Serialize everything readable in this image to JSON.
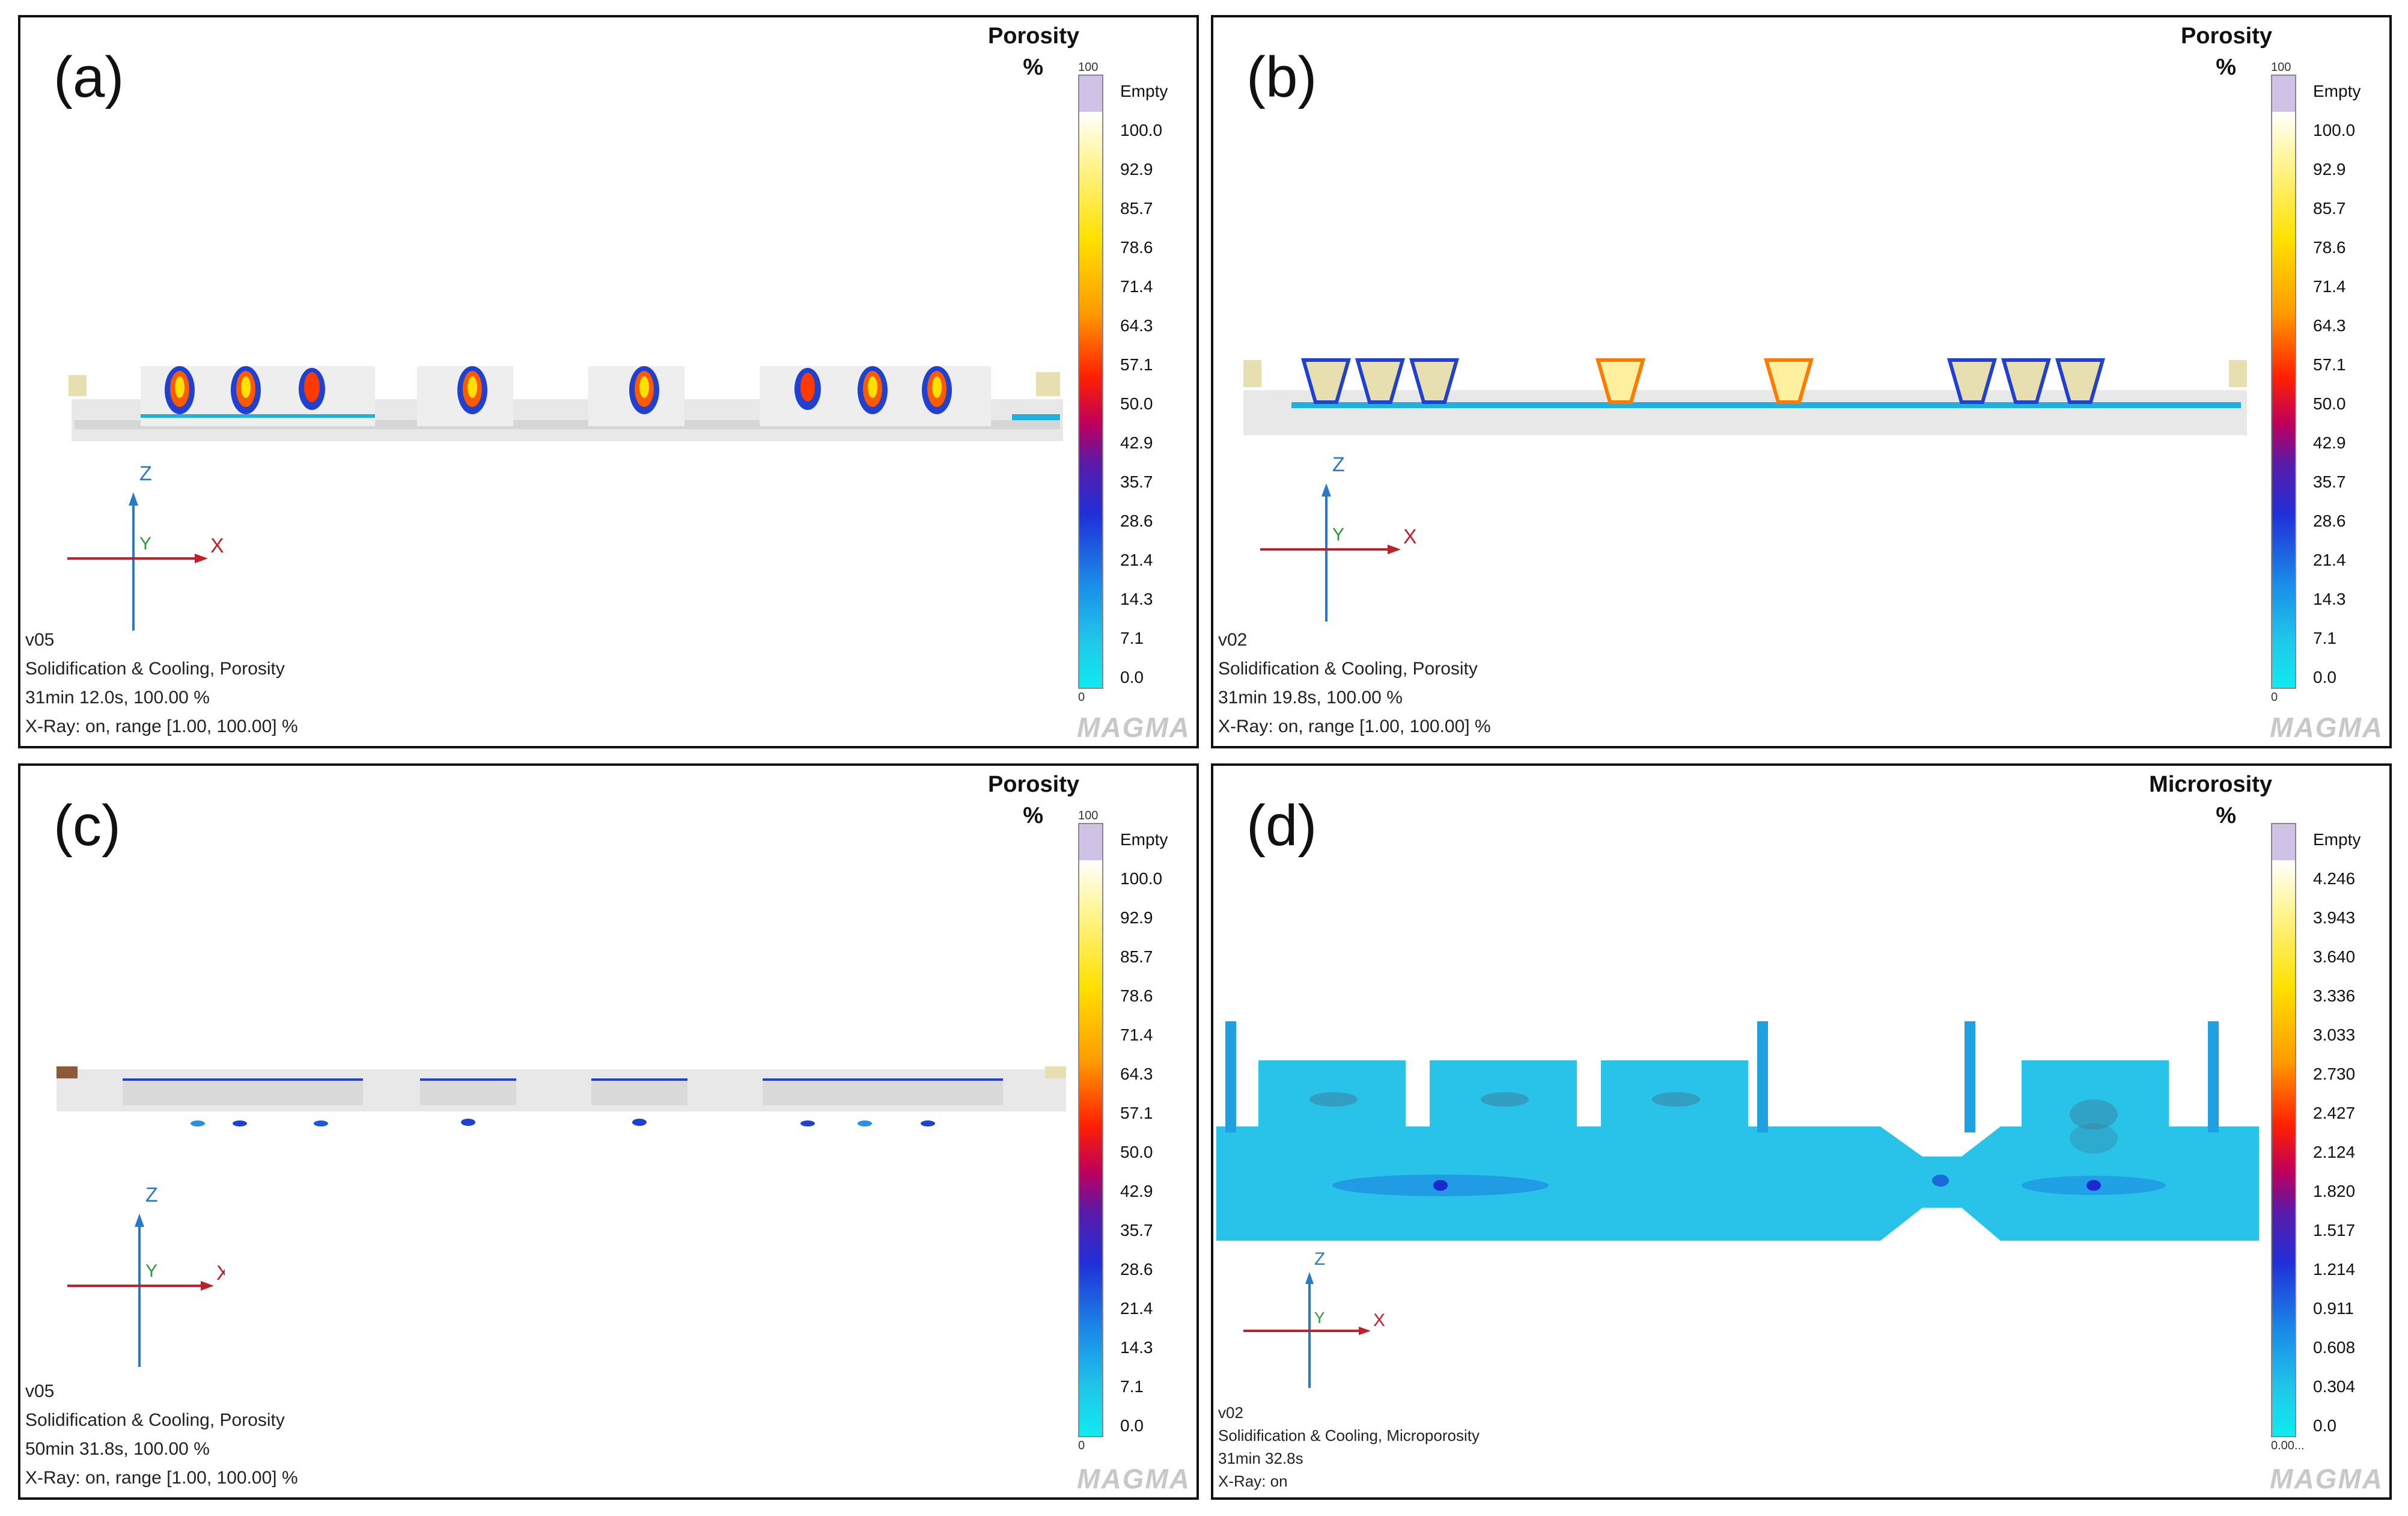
{
  "panels": [
    {
      "label": "(a)",
      "scale_title": "Porosity",
      "scale_unit": "%",
      "scale_top": "100",
      "scale_bottom": "0",
      "ticks": [
        "Empty",
        "100.0",
        "92.9",
        "85.7",
        "78.6",
        "71.4",
        "64.3",
        "57.1",
        "50.0",
        "42.9",
        "35.7",
        "28.6",
        "21.4",
        "14.3",
        "7.1",
        "0.0"
      ],
      "info": [
        "v05",
        "Solidification & Cooling, Porosity",
        "31min 12.0s, 100.00 %",
        "X-Ray: on, range [1.00, 100.00] %"
      ],
      "logo": "MAGMA",
      "axes": {
        "z": "Z",
        "y": "Y",
        "x": "X"
      }
    },
    {
      "label": "(b)",
      "scale_title": "Porosity",
      "scale_unit": "%",
      "scale_top": "100",
      "scale_bottom": "0",
      "ticks": [
        "Empty",
        "100.0",
        "92.9",
        "85.7",
        "78.6",
        "71.4",
        "64.3",
        "57.1",
        "50.0",
        "42.9",
        "35.7",
        "28.6",
        "21.4",
        "14.3",
        "7.1",
        "0.0"
      ],
      "info": [
        "v02",
        "Solidification & Cooling, Porosity",
        "31min 19.8s, 100.00 %",
        "X-Ray: on, range [1.00, 100.00] %"
      ],
      "logo": "MAGMA",
      "axes": {
        "z": "Z",
        "y": "Y",
        "x": "X"
      }
    },
    {
      "label": "(c)",
      "scale_title": "Porosity",
      "scale_unit": "%",
      "scale_top": "100",
      "scale_bottom": "0",
      "ticks": [
        "Empty",
        "100.0",
        "92.9",
        "85.7",
        "78.6",
        "71.4",
        "64.3",
        "57.1",
        "50.0",
        "42.9",
        "35.7",
        "28.6",
        "21.4",
        "14.3",
        "7.1",
        "0.0"
      ],
      "info": [
        "v05",
        "Solidification & Cooling, Porosity",
        "50min 31.8s, 100.00 %",
        "X-Ray: on, range [1.00, 100.00] %"
      ],
      "logo": "MAGMA",
      "axes": {
        "z": "Z",
        "y": "Y",
        "x": "X"
      }
    },
    {
      "label": "(d)",
      "scale_title": "Microrosity",
      "scale_unit": "%",
      "scale_top": "",
      "scale_bottom": "0.00...",
      "ticks": [
        "Empty",
        "4.246",
        "3.943",
        "3.640",
        "3.336",
        "3.033",
        "2.730",
        "2.427",
        "2.124",
        "1.820",
        "1.517",
        "1.214",
        "0.911",
        "0.608",
        "0.304",
        "0.0"
      ],
      "info": [
        "v02",
        "Solidification & Cooling, Microporosity",
        "31min 32.8s",
        "X-Ray: on"
      ],
      "logo": "MAGMA",
      "axes": {
        "z": "Z",
        "y": "Y",
        "x": "X"
      }
    }
  ],
  "colors": {
    "empty": "#cfc2e6",
    "casting_grey": "#e6e6e6",
    "microporosity_fill": "#29c3ea",
    "axis_red": "#c0202a",
    "axis_blue": "#2a78c8",
    "axis_green": "#2a9a3a"
  }
}
